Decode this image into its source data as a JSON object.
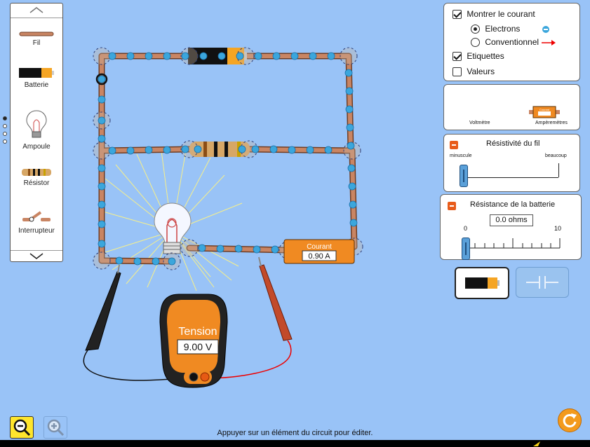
{
  "palette": {
    "items": [
      {
        "label": "Fil",
        "icon": "wire-icon"
      },
      {
        "label": "Batterie",
        "icon": "battery-icon"
      },
      {
        "label": "Ampoule",
        "icon": "light-bulb-icon"
      },
      {
        "label": "Résistor",
        "icon": "resistor-icon"
      },
      {
        "label": "Interrupteur",
        "icon": "switch-icon"
      }
    ]
  },
  "circuit": {
    "ammeter": {
      "title": "Courant",
      "value": "0.90 A"
    },
    "voltmeter": {
      "title": "Tension",
      "value": "9.00 V"
    }
  },
  "view_options": {
    "show_current": "Montrer le courant",
    "electrons": "Electrons",
    "conventional": "Conventionnel",
    "labels": "Etiquettes",
    "values": "Valeurs",
    "show_current_checked": true,
    "electrons_selected": true,
    "labels_checked": true,
    "values_checked": false
  },
  "tools": {
    "voltmeter": "Voltmètre",
    "ammeter": "Ampèremètres",
    "ammeter_icon_text": "Courant"
  },
  "wire_resistivity": {
    "title": "Résistivité du fil",
    "min_label": "minuscule",
    "max_label": "beaucoup",
    "level": 0
  },
  "battery_resistance": {
    "title": "Résistance de la batterie",
    "value": "0.0 ohms",
    "min": "0",
    "max": "10",
    "level": 0
  },
  "hint": "Appuyer sur un élément du circuit pour éditer.",
  "colors": {
    "background": "#99c3f7",
    "wire": "#c98563",
    "electron": "#3ba6dc",
    "meter": "#f08a22",
    "accent": "#e85c1b"
  }
}
